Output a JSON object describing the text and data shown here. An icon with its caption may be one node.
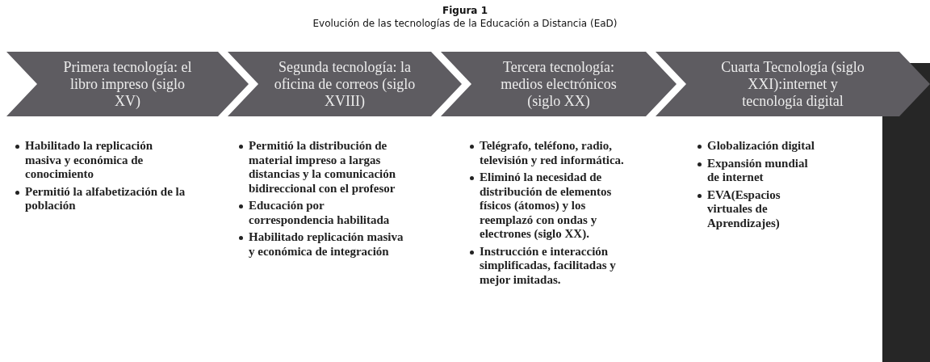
{
  "diagram": {
    "title": "Figura 1",
    "caption": "Evolución de las tecnologías de la Educación a Distancia (EaD)",
    "nodes": [
      {
        "text": [
          "Primera tecnología: el libro impreso (siglo XV)"
        ],
        "beside": [
          "Habilitado la replicación masiva y económica de conocimiento",
          "Permitió la alfabetización de la población"
        ]
      },
      {
        "text": [
          "Segunda tecnología: la oficina de correos (siglo XVIII)"
        ],
        "beside": [
          "Permitió la distribución de material impreso a largas distancias y la comunicación bidireccional con el profesor",
          "Educación por correspondencia habilitada",
          "Habilitado replicación masiva y económica de integración"
        ]
      },
      {
        "text": [
          "Tercera tecnología: medios electrónicos (siglo XX)"
        ],
        "beside": [
          "Telégrafo, teléfono, radio, televisión y red informática.",
          "Eliminó la necesidad de distribución de elementos físicos (átomos) y los reemplazó con ondas y electrones (siglo XX).",
          "Instrucción e interacción simplificadas, facilitadas y mejor imitadas."
        ]
      },
      {
        "text": [
          "Cuarta Tecnología (siglo XXI):internet y tecnología digital"
        ],
        "beside": [
          "Globalización digital",
          "Expansión mundial de internet",
          "EVA(Espacios virtuales de Aprendizajes)"
        ]
      }
    ]
  }
}
